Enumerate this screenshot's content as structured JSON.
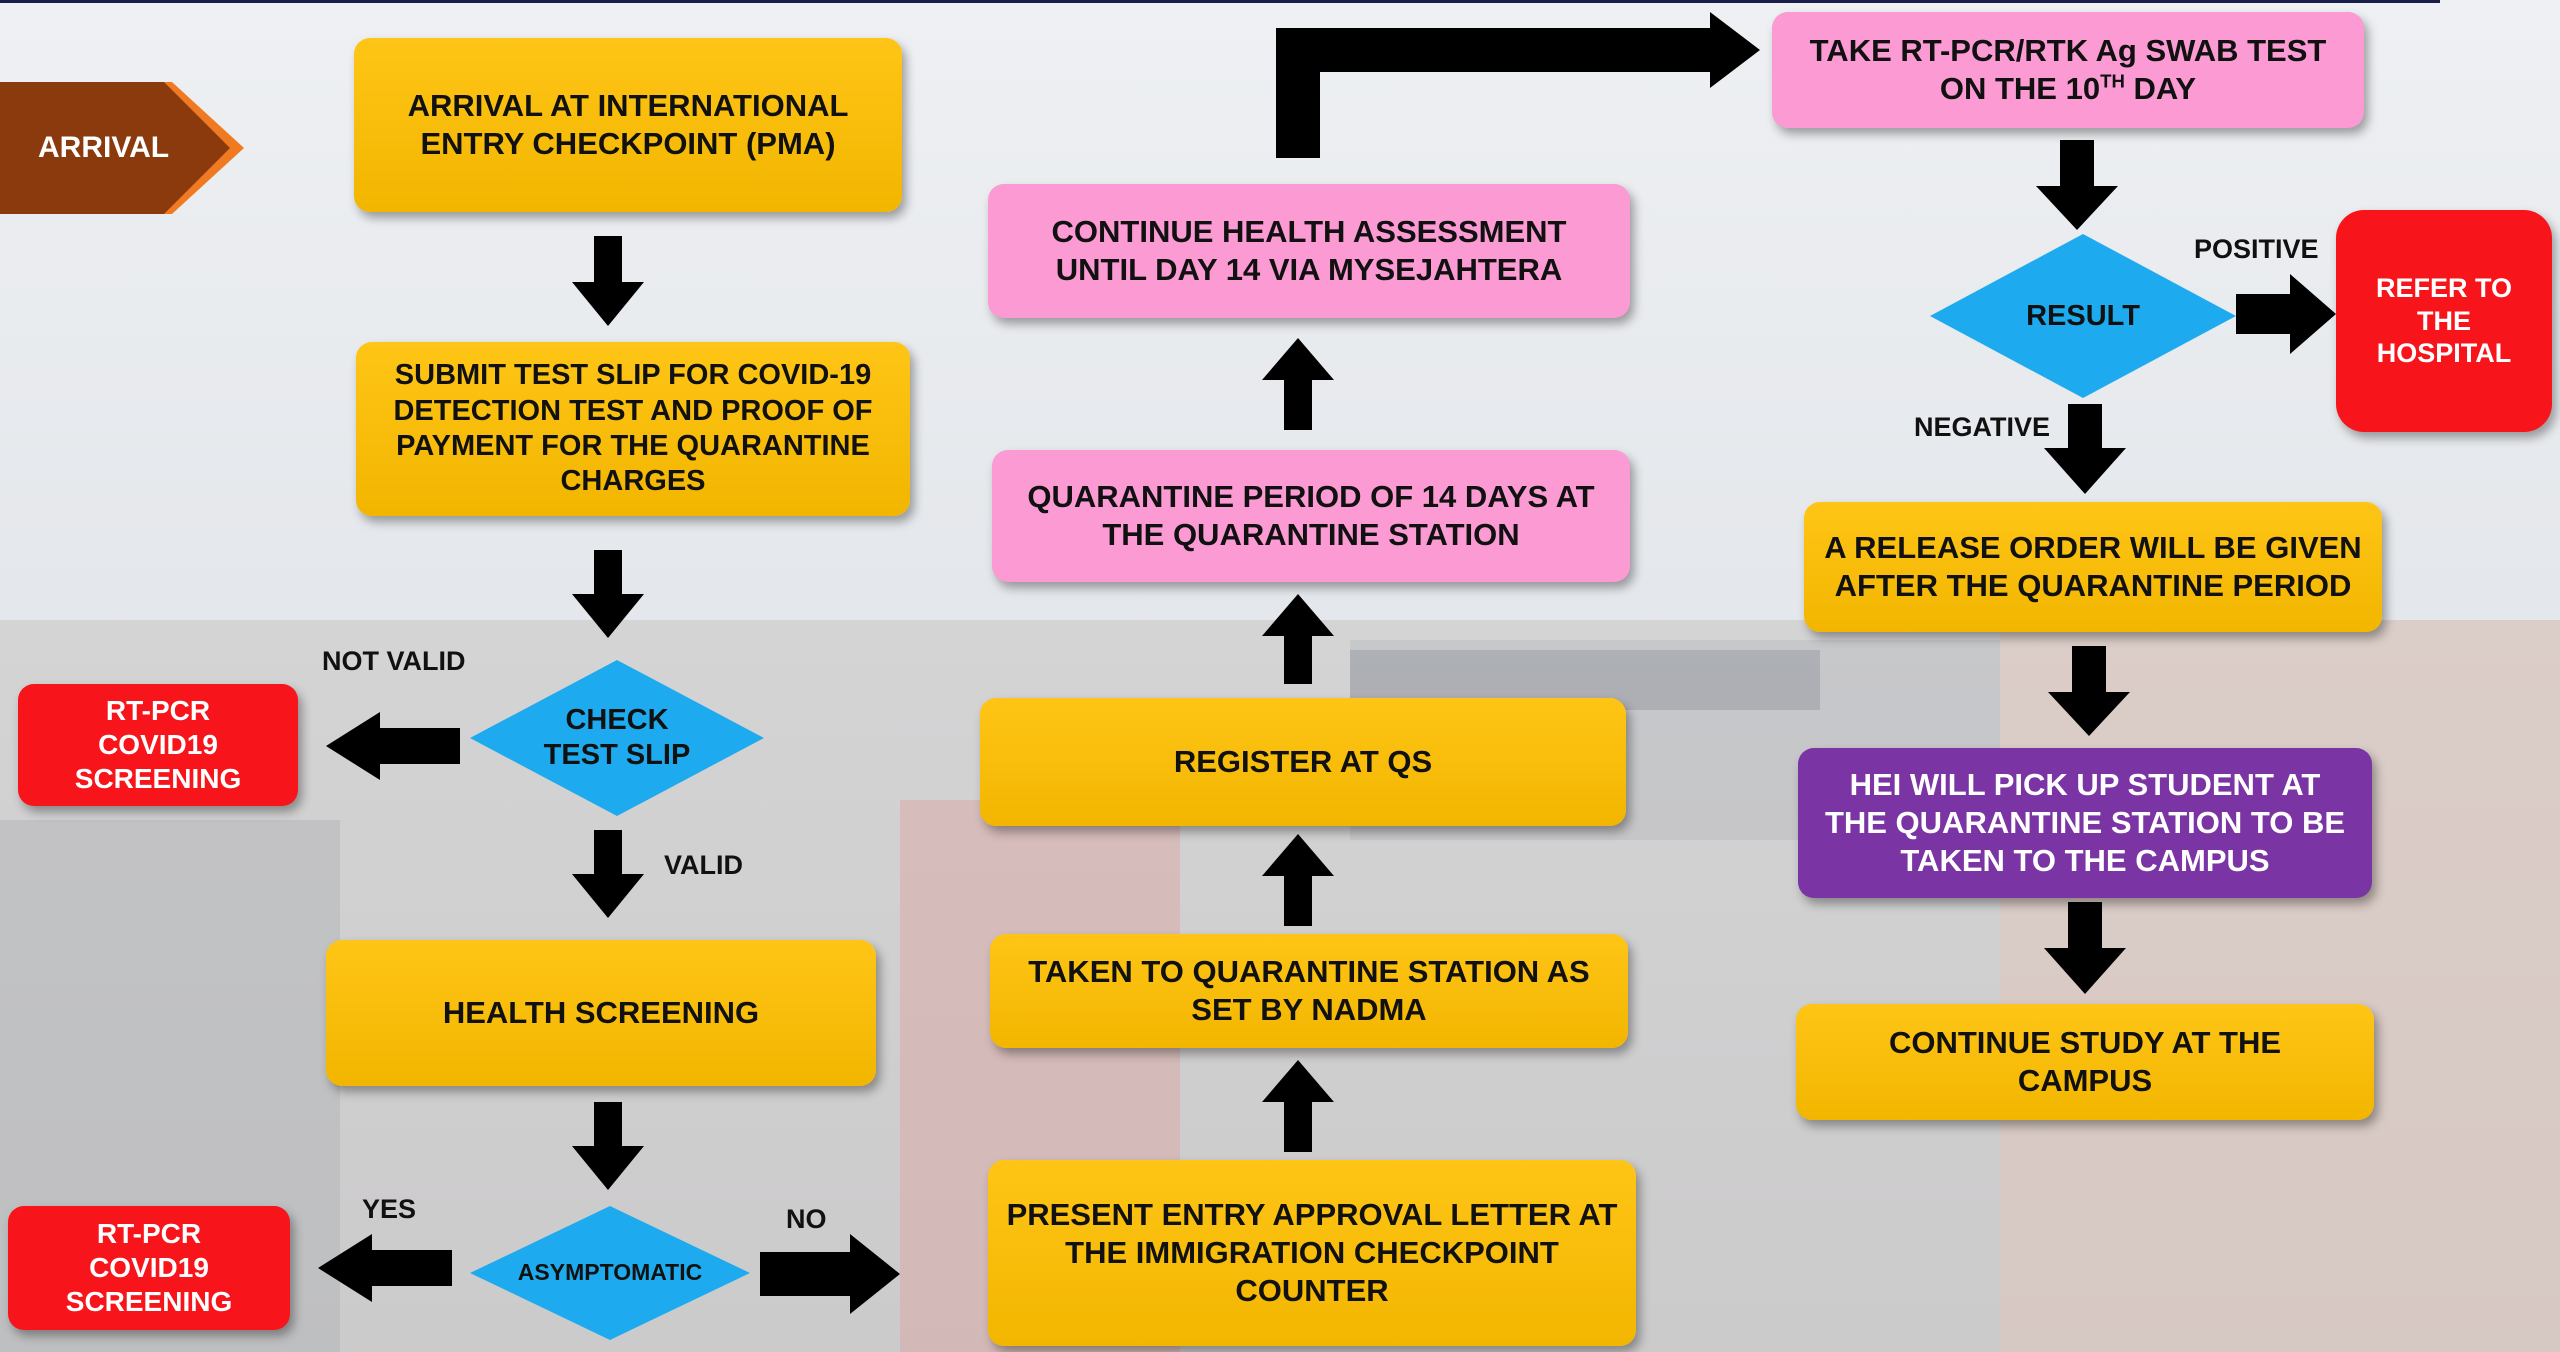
{
  "arrival_tab": "ARRIVAL",
  "nodes": {
    "arrival_checkpoint": "ARRIVAL AT INTERNATIONAL ENTRY CHECKPOINT (PMA)",
    "submit_slip": "SUBMIT TEST SLIP FOR COVID-19 DETECTION TEST AND PROOF OF PAYMENT FOR THE QUARANTINE CHARGES",
    "check_slip": "CHECK TEST SLIP",
    "rtpcr_1": "RT-PCR COVID19 SCREENING",
    "health_screening": "HEALTH SCREENING",
    "asymptomatic": "ASYMPTOMATIC",
    "rtpcr_2": "RT-PCR COVID19 SCREENING",
    "present_letter": "PRESENT ENTRY APPROVAL LETTER AT THE IMMIGRATION CHECKPOINT COUNTER",
    "taken_to_qs": "TAKEN TO QUARANTINE STATION AS SET BY NADMA",
    "register_qs": "REGISTER AT QS",
    "quarantine_period": "QUARANTINE PERIOD OF 14 DAYS AT THE QUARANTINE STATION",
    "continue_assessment": "CONTINUE HEALTH ASSESSMENT UNTIL DAY 14 VIA MYSEJAHTERA",
    "swab_test_line1": "TAKE RT-PCR/RTK Ag SWAB TEST",
    "swab_test_line2_prefix": "ON THE 10",
    "swab_test_sup": "TH",
    "swab_test_line2_suffix": " DAY",
    "result": "RESULT",
    "refer_hospital": "REFER TO THE HOSPITAL",
    "release_order": "A RELEASE ORDER WILL BE GIVEN AFTER THE QUARANTINE PERIOD",
    "hei_pickup": "HEI WILL PICK UP STUDENT AT THE QUARANTINE STATION TO BE TAKEN TO THE CAMPUS",
    "continue_study": "CONTINUE STUDY AT THE CAMPUS"
  },
  "labels": {
    "not_valid": "NOT VALID",
    "valid": "VALID",
    "yes": "YES",
    "no": "NO",
    "positive": "POSITIVE",
    "negative": "NEGATIVE"
  },
  "colors": {
    "yellow": "#f7bd0c",
    "pink": "#fb9ad3",
    "red": "#f7151b",
    "purple": "#7a34a4",
    "diamond_blue": "#1eaaee",
    "arrow": "#000000",
    "arrival_tab": "#8a3a0c",
    "arrival_tab_edge": "#f07a22"
  }
}
